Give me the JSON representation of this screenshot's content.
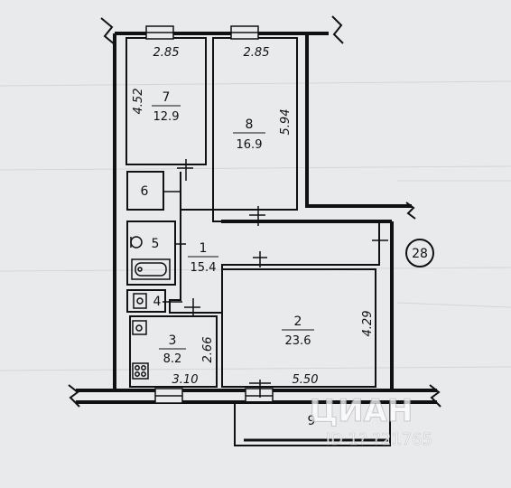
{
  "plan": {
    "badge": "28",
    "watermark_brand": "ЦИАН",
    "watermark_id": "ID 1? ?21765",
    "balcony_number": "9",
    "rooms": [
      {
        "id": "room-1",
        "number": "1",
        "area": "15.4"
      },
      {
        "id": "room-2",
        "number": "2",
        "area": "23.6"
      },
      {
        "id": "room-3",
        "number": "3",
        "area": "8.2"
      },
      {
        "id": "room-4",
        "number": "4",
        "area": ""
      },
      {
        "id": "room-5",
        "number": "5",
        "area": ""
      },
      {
        "id": "room-6",
        "number": "6",
        "area": ""
      },
      {
        "id": "room-7",
        "number": "7",
        "area": "12.9"
      },
      {
        "id": "room-8",
        "number": "8",
        "area": "16.9"
      }
    ],
    "dimensions": {
      "room7_width": "2.85",
      "room7_height": "4.52",
      "room8_width": "2.85",
      "room8_height": "5.94",
      "room2_width": "5.50",
      "room2_height": "4.29",
      "room3_width": "3.10",
      "room3_height": "2.66"
    }
  }
}
